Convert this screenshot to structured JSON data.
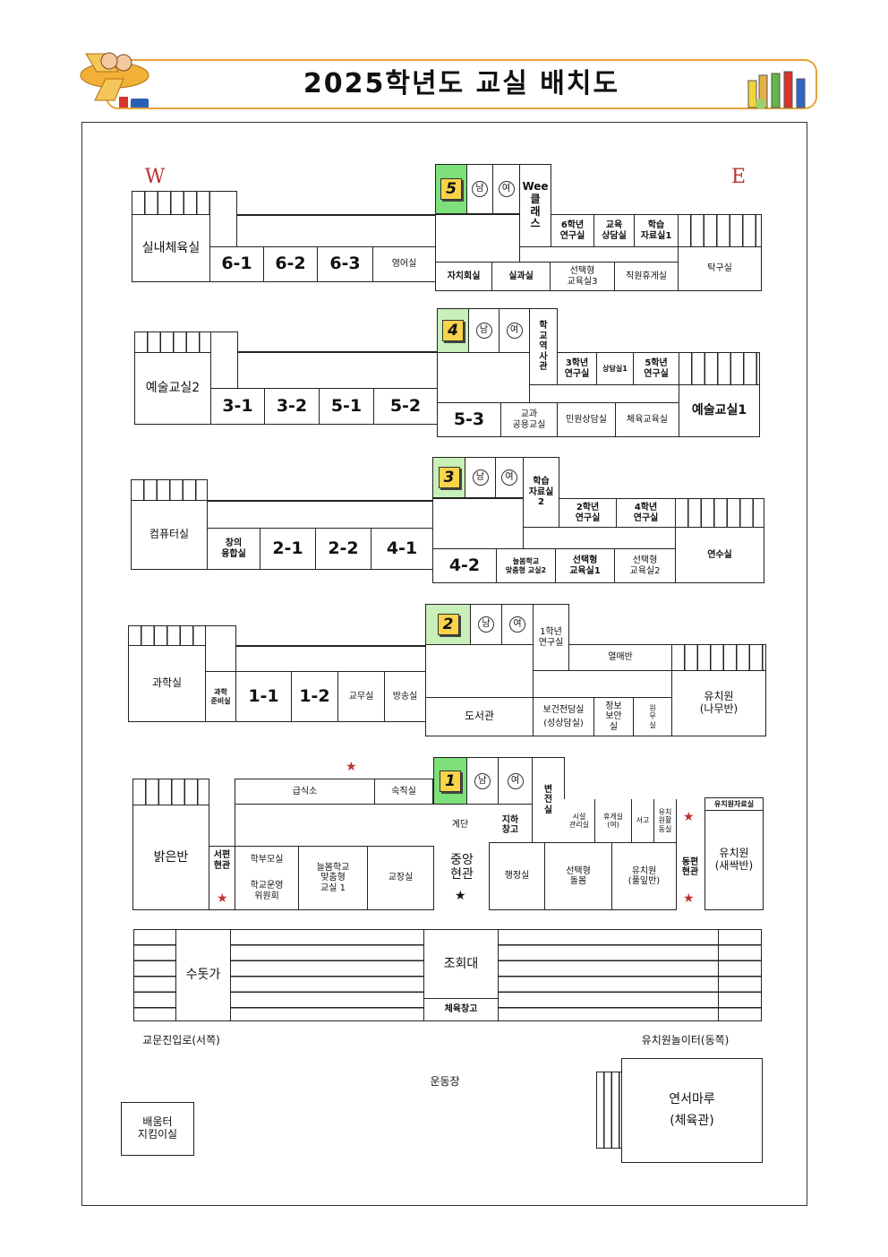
{
  "title": "2025학년도 교실 배치도",
  "compass": {
    "west": "W",
    "east": "E"
  },
  "restroom": {
    "male": "남",
    "female": "여"
  },
  "floor5": {
    "badge": "5",
    "wee": "Wee\n클\n래\n스",
    "gym": "실내체육실",
    "c61": "6-1",
    "c62": "6-2",
    "c63": "6-3",
    "english": "영어실",
    "selfgov": "자치회실",
    "practice": "실과실",
    "elective3": "선택형\n교육실3",
    "staffrest": "직원휴게실",
    "grade6lab": "6학년\n연구실",
    "counsel": "교육\n상담실",
    "resource1": "학습\n자료실1",
    "tabletennis": "탁구실"
  },
  "floor4": {
    "badge": "4",
    "history": "학\n교\n역\n사\n관",
    "art2": "예술교실2",
    "c31": "3-1",
    "c32": "3-2",
    "c51": "5-1",
    "c52": "5-2",
    "c53": "5-3",
    "subjectroom": "교과\n공용교실",
    "civil": "민원상담실",
    "pe": "체육교육실",
    "grade3lab": "3학년\n연구실",
    "counsel1": "상담실1",
    "grade5lab": "5학년\n연구실",
    "art1": "예술교실1"
  },
  "floor3": {
    "badge": "3",
    "resource2": "학습\n자료실\n2",
    "computer": "컴퓨터실",
    "fusion": "창의\n융합실",
    "c21": "2-1",
    "c22": "2-2",
    "c41": "4-1",
    "c42": "4-2",
    "afterschool2": "늘봄학교\n맞춤형 교실2",
    "elective1": "선택형\n교육실1",
    "elective2": "선택형\n교육실2",
    "grade2lab": "2학년\n연구실",
    "grade4lab": "4학년\n연구실",
    "training": "연수실"
  },
  "floor2": {
    "badge": "2",
    "grade1lab": "1학년\n연구실",
    "science": "과학실",
    "scienceprep": "과학\n준비실",
    "c11": "1-1",
    "c12": "1-2",
    "office": "교무실",
    "broadcast": "방송실",
    "library": "도서관",
    "health": "보건전담실",
    "healthsub": "(성상담실)",
    "infosec": "정보\n보안\n실",
    "admin": "원\n무\n실",
    "passion": "열매반",
    "kinder": "유치원\n(나무반)"
  },
  "floor1": {
    "badge": "1",
    "kitchen": "급식소",
    "night": "숙직실",
    "bright": "밝은반",
    "westgate": "서편\n현관",
    "parents": "학부모실",
    "committee": "학교운영\n위원회",
    "afterschool1": "늘봄학교\n맞춤형\n교실 1",
    "principal": "교장실",
    "stairs": "계단",
    "basement": "지하\n창고",
    "centralgate": "중앙\n현관",
    "admin": "행정실",
    "electiveCare": "선택형\n돌봄",
    "kinderleaf": "유치원\n(풀잎반)",
    "eastgate": "동편\n현관",
    "substation": "변\n전\n실",
    "facility": "시설\n관리실",
    "restroomf": "휴게실\n(여)",
    "storage": "서고",
    "kinderprep": "유치\n원활\n동실",
    "kinderres": "유치원자료실",
    "kindersprout": "유치원\n(새싹반)"
  },
  "yard": {
    "sink": "수돗가",
    "stand": "조회대",
    "pestore": "체육창고",
    "schoolgate": "교문진입로(서쪽)",
    "kinderplay": "유치원놀이터(동쪽)",
    "ground": "운동장",
    "learnzone": "배움터\n지킴이실",
    "gymhall": "연서마루\n(체육관)"
  }
}
